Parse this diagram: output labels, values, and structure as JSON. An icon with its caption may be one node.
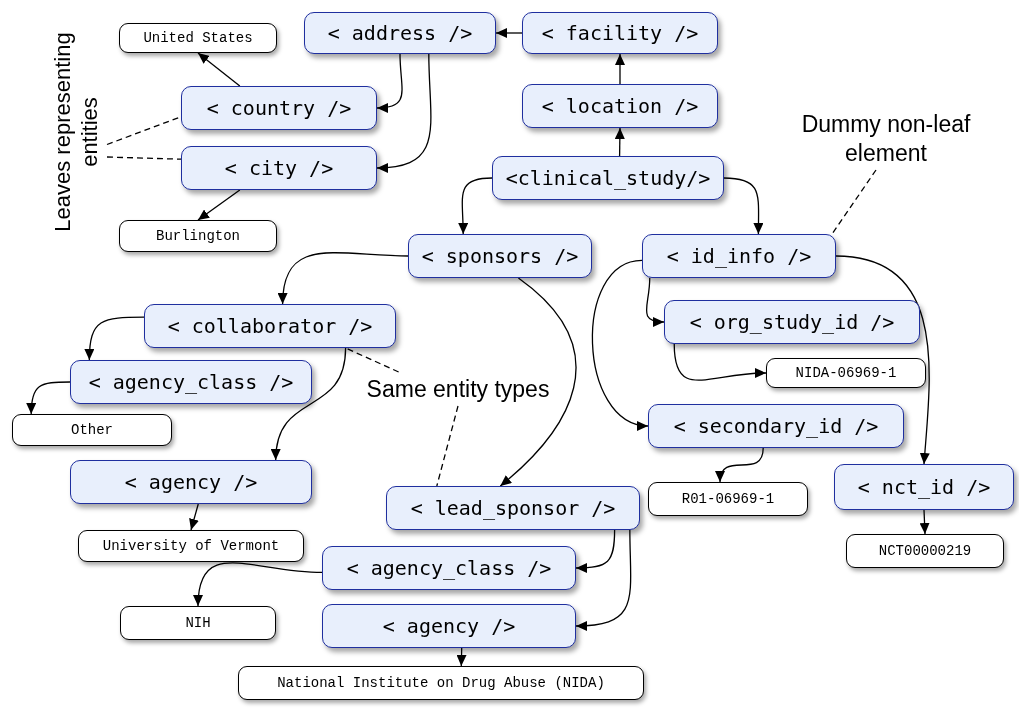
{
  "diagram": {
    "nodes": [
      {
        "text": [
          "< address />"
        ]
      },
      {
        "text": [
          "< facility />"
        ]
      },
      {
        "text": [
          "United States"
        ]
      },
      {
        "text": [
          "Leaves representing entities"
        ]
      },
      {
        "text": [
          "< country />"
        ]
      },
      {
        "text": [
          "< location />"
        ]
      },
      {
        "text": [
          "< city />"
        ]
      },
      {
        "text": [
          "<clinical_study/>"
        ]
      },
      {
        "text": [
          "Dummy non-leaf element"
        ]
      },
      {
        "text": [
          "Burlington"
        ]
      },
      {
        "text": [
          "< sponsors />"
        ]
      },
      {
        "text": [
          "< id_info />"
        ]
      },
      {
        "text": [
          "< collaborator />"
        ]
      },
      {
        "text": [
          "< org_study_id />"
        ]
      },
      {
        "text": [
          "< agency_class />"
        ]
      },
      {
        "text": [
          "Same entity types"
        ]
      },
      {
        "text": [
          "NIDA-06969-1"
        ]
      },
      {
        "text": [
          "Other"
        ]
      },
      {
        "text": [
          "< secondary_id />"
        ]
      },
      {
        "text": [
          "< agency />"
        ]
      },
      {
        "text": [
          "< lead_sponsor />"
        ]
      },
      {
        "text": [
          "R01-06969-1"
        ]
      },
      {
        "text": [
          "< nct_id />"
        ]
      },
      {
        "text": [
          "University of Vermont"
        ]
      },
      {
        "text": [
          "NCT00000219"
        ]
      },
      {
        "text": [
          "< agency_class />"
        ]
      },
      {
        "text": [
          "NIH"
        ]
      },
      {
        "text": [
          "< agency />"
        ]
      },
      {
        "text": [
          "National Institute on Drug Abuse (NIDA)"
        ]
      }
    ],
    "edges": [
      {
        "from": 1,
        "to": 0,
        "arrow": "to"
      },
      {
        "from": 5,
        "to": 1,
        "arrow": "to"
      },
      {
        "from": 7,
        "to": 5,
        "arrow": "to"
      },
      {
        "from": 0,
        "to": 4,
        "arrow": "to"
      },
      {
        "from": 0,
        "to": 6,
        "arrow": "to"
      },
      {
        "from": 4,
        "to": 2,
        "arrow": "to"
      },
      {
        "from": 6,
        "to": 9,
        "arrow": "to"
      },
      {
        "from": 3,
        "to": 4,
        "arrow": "none",
        "style": "dashed"
      },
      {
        "from": 3,
        "to": 6,
        "arrow": "none",
        "style": "dashed"
      },
      {
        "from": 7,
        "to": 10,
        "arrow": "to"
      },
      {
        "from": 7,
        "to": 11,
        "arrow": "to"
      },
      {
        "from": 8,
        "to": 11,
        "arrow": "none",
        "style": "dashed"
      },
      {
        "from": 10,
        "to": 12,
        "arrow": "to"
      },
      {
        "from": 10,
        "to": 20,
        "arrow": "to"
      },
      {
        "from": 12,
        "to": 14,
        "arrow": "to"
      },
      {
        "from": 14,
        "to": 17,
        "arrow": "to"
      },
      {
        "from": 12,
        "to": 19,
        "arrow": "to"
      },
      {
        "from": 19,
        "to": 23,
        "arrow": "to"
      },
      {
        "from": 15,
        "to": 12,
        "arrow": "none",
        "style": "dashed"
      },
      {
        "from": 15,
        "to": 20,
        "arrow": "none",
        "style": "dashed"
      },
      {
        "from": 11,
        "to": 13,
        "arrow": "to"
      },
      {
        "from": 13,
        "to": 16,
        "arrow": "to"
      },
      {
        "from": 11,
        "to": 18,
        "arrow": "to"
      },
      {
        "from": 18,
        "to": 21,
        "arrow": "to"
      },
      {
        "from": 11,
        "to": 22,
        "arrow": "to"
      },
      {
        "from": 22,
        "to": 24,
        "arrow": "to"
      },
      {
        "from": 20,
        "to": 25,
        "arrow": "to"
      },
      {
        "from": 25,
        "to": 26,
        "arrow": "to"
      },
      {
        "from": 20,
        "to": 27,
        "arrow": "to"
      },
      {
        "from": 27,
        "to": 28,
        "arrow": "to"
      }
    ]
  }
}
